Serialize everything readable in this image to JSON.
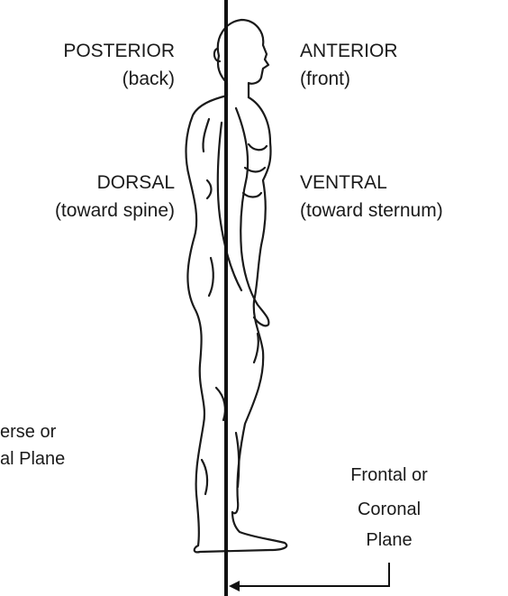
{
  "labels": {
    "posterior": "POSTERIOR",
    "posterior_sub": "(back)",
    "anterior": "ANTERIOR",
    "anterior_sub": "(front)",
    "dorsal": "DORSAL",
    "dorsal_sub": "(toward spine)",
    "ventral": "VENTRAL",
    "ventral_sub": "(toward  sternum)",
    "transverse_line1": "erse or",
    "transverse_line2": "al Plane",
    "frontal_line1": "Frontal or",
    "frontal_line2": "Coronal",
    "frontal_line3": "Plane"
  },
  "colors": {
    "ink": "#1a1a1a",
    "background": "#ffffff"
  }
}
